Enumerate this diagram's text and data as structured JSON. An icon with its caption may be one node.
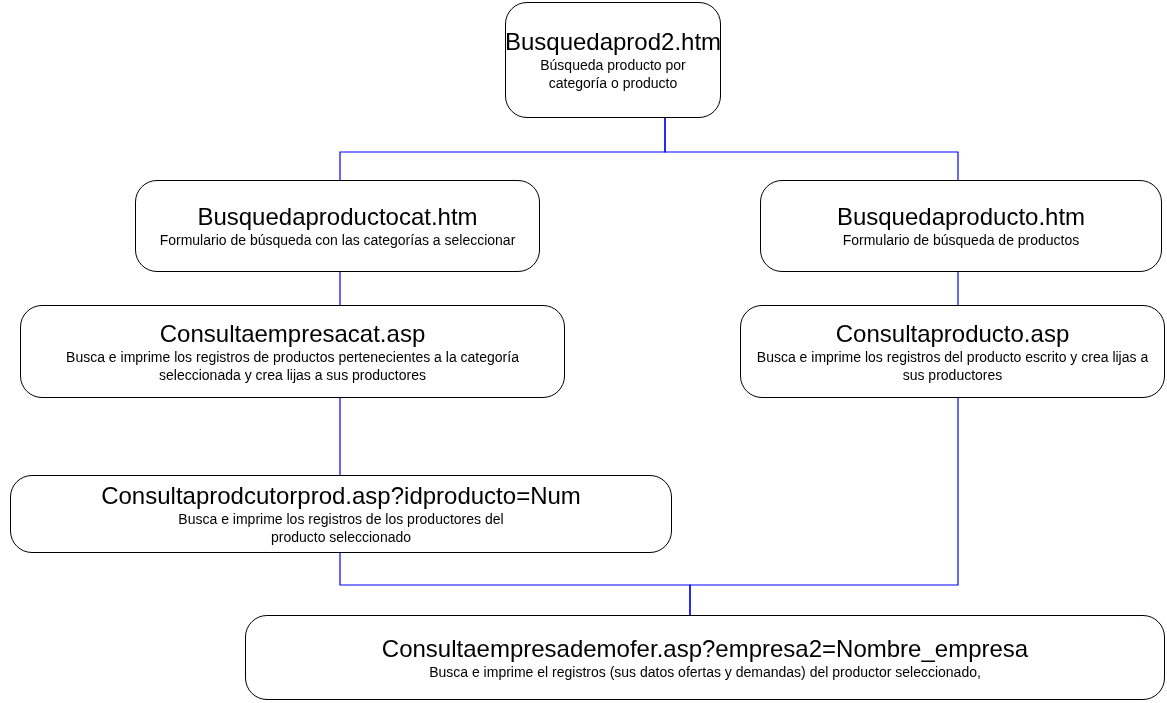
{
  "diagram": {
    "nodes": [
      {
        "text": [
          "Busquedaprod2.htm",
          "Búsqueda producto por categoría o producto"
        ]
      },
      {
        "text": [
          "Busquedaproductocat.htm",
          "Formulario de búsqueda con las categorías a seleccionar"
        ]
      },
      {
        "text": [
          "Busquedaproducto.htm",
          "Formulario de búsqueda de productos"
        ]
      },
      {
        "text": [
          "Consultaempresacat.asp",
          "Busca e imprime los registros de productos pertenecientes a la categoría seleccionada y crea lijas a sus productores"
        ]
      },
      {
        "text": [
          "Consultaproducto.asp",
          "Busca e imprime los registros del producto escrito y crea lijas a sus productores"
        ]
      },
      {
        "text": [
          "Consultaprodcutorprod.asp?idproducto=Num",
          "Busca e imprime los registros de los productores del producto seleccionado"
        ]
      },
      {
        "text": [
          "Consultaempresademofer.asp?empresa2=Nombre_empresa",
          "Busca e imprime el registros (sus datos ofertas y demandas) del productor seleccionado,"
        ]
      }
    ],
    "edges": [
      {
        "from": 0,
        "to": 1,
        "arrow": "none"
      },
      {
        "from": 0,
        "to": 2,
        "arrow": "none"
      },
      {
        "from": 1,
        "to": 3,
        "arrow": "none"
      },
      {
        "from": 2,
        "to": 4,
        "arrow": "none"
      },
      {
        "from": 3,
        "to": 5,
        "arrow": "none"
      },
      {
        "from": 5,
        "to": 6,
        "arrow": "none"
      },
      {
        "from": 4,
        "to": 6,
        "arrow": "none"
      }
    ]
  }
}
